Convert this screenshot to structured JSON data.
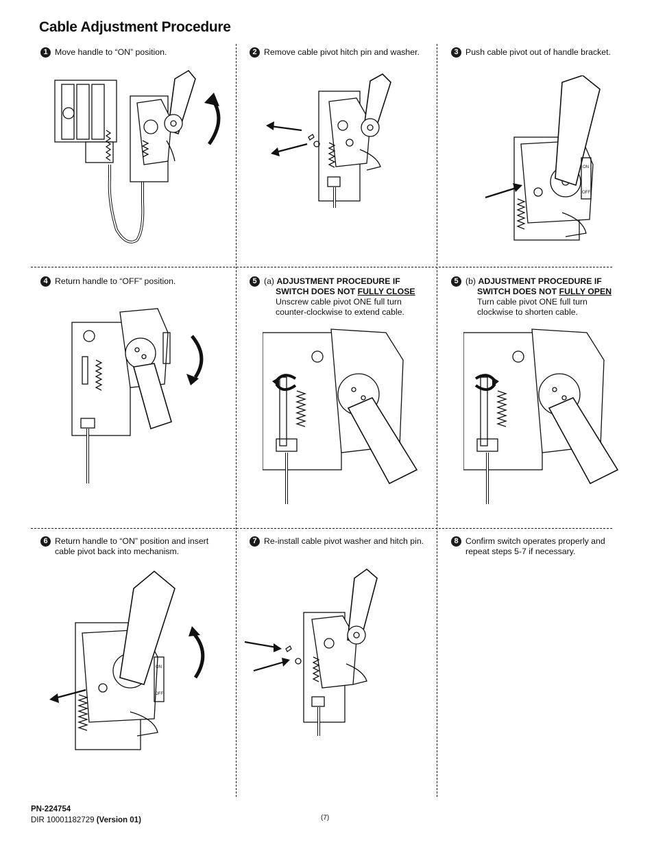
{
  "title": "Cable Adjustment Procedure",
  "steps": [
    {
      "num": "1",
      "text": "Move handle to “ON” position."
    },
    {
      "num": "2",
      "text": "Remove cable pivot hitch pin and washer."
    },
    {
      "num": "3",
      "text": "Push cable pivot out of handle bracket."
    },
    {
      "num": "4",
      "text": "Return handle to “OFF” position."
    },
    {
      "num": "5",
      "prefix": "(a)",
      "head1": "ADJUSTMENT PROCEDURE IF",
      "head2a": "SWITCH DOES NOT",
      "head2b": "FULLY CLOSE",
      "body1": "Unscrew cable pivot ONE full turn",
      "body2": "counter-clockwise to extend cable."
    },
    {
      "num": "5",
      "prefix": "(b)",
      "head1": "ADJUSTMENT PROCEDURE IF",
      "head2a": "SWITCH DOES NOT",
      "head2b": "FULLY OPEN",
      "body1": "Turn cable pivot ONE full turn",
      "body2": "clockwise to shorten cable."
    },
    {
      "num": "6",
      "line1": "Return handle to “ON” position and insert",
      "line2": "cable pivot back into mechanism."
    },
    {
      "num": "7",
      "text": "Re-install cable pivot washer and hitch pin."
    },
    {
      "num": "8",
      "line1": "Confirm switch operates properly and",
      "line2": "repeat steps 5-7 if necessary."
    }
  ],
  "labels": {
    "on": "ON",
    "off": "OFF"
  },
  "footer": {
    "pn": "PN-224754",
    "dir": "DIR 10001182729",
    "version": "(Version 01)",
    "page": "(7)"
  }
}
